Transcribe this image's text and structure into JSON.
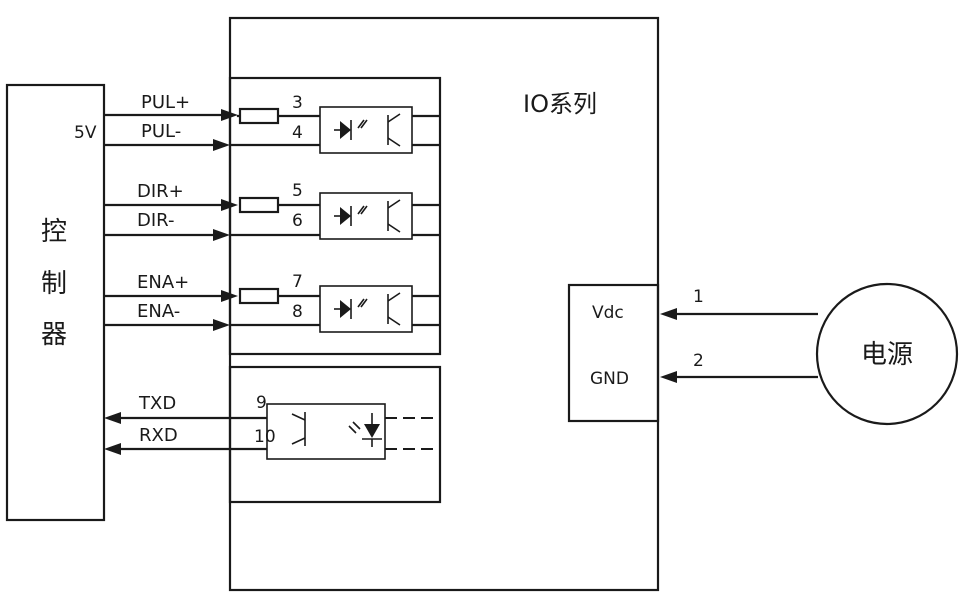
{
  "controller": {
    "label_chars": [
      "控",
      "制",
      "器"
    ],
    "supply_label": "5V"
  },
  "driver": {
    "title": "IO系列"
  },
  "signals": {
    "pul_plus": "PUL+",
    "pul_minus": "PUL-",
    "dir_plus": "DIR+",
    "dir_minus": "DIR-",
    "ena_plus": "ENA+",
    "ena_minus": "ENA-",
    "txd": "TXD",
    "rxd": "RXD"
  },
  "pins": {
    "p3": "3",
    "p4": "4",
    "p5": "5",
    "p6": "6",
    "p7": "7",
    "p8": "8",
    "p9": "9",
    "p10": "10"
  },
  "power_block": {
    "vdc": "Vdc",
    "gnd": "GND",
    "pin1": "1",
    "pin2": "2"
  },
  "power_source": {
    "label": "电源"
  }
}
